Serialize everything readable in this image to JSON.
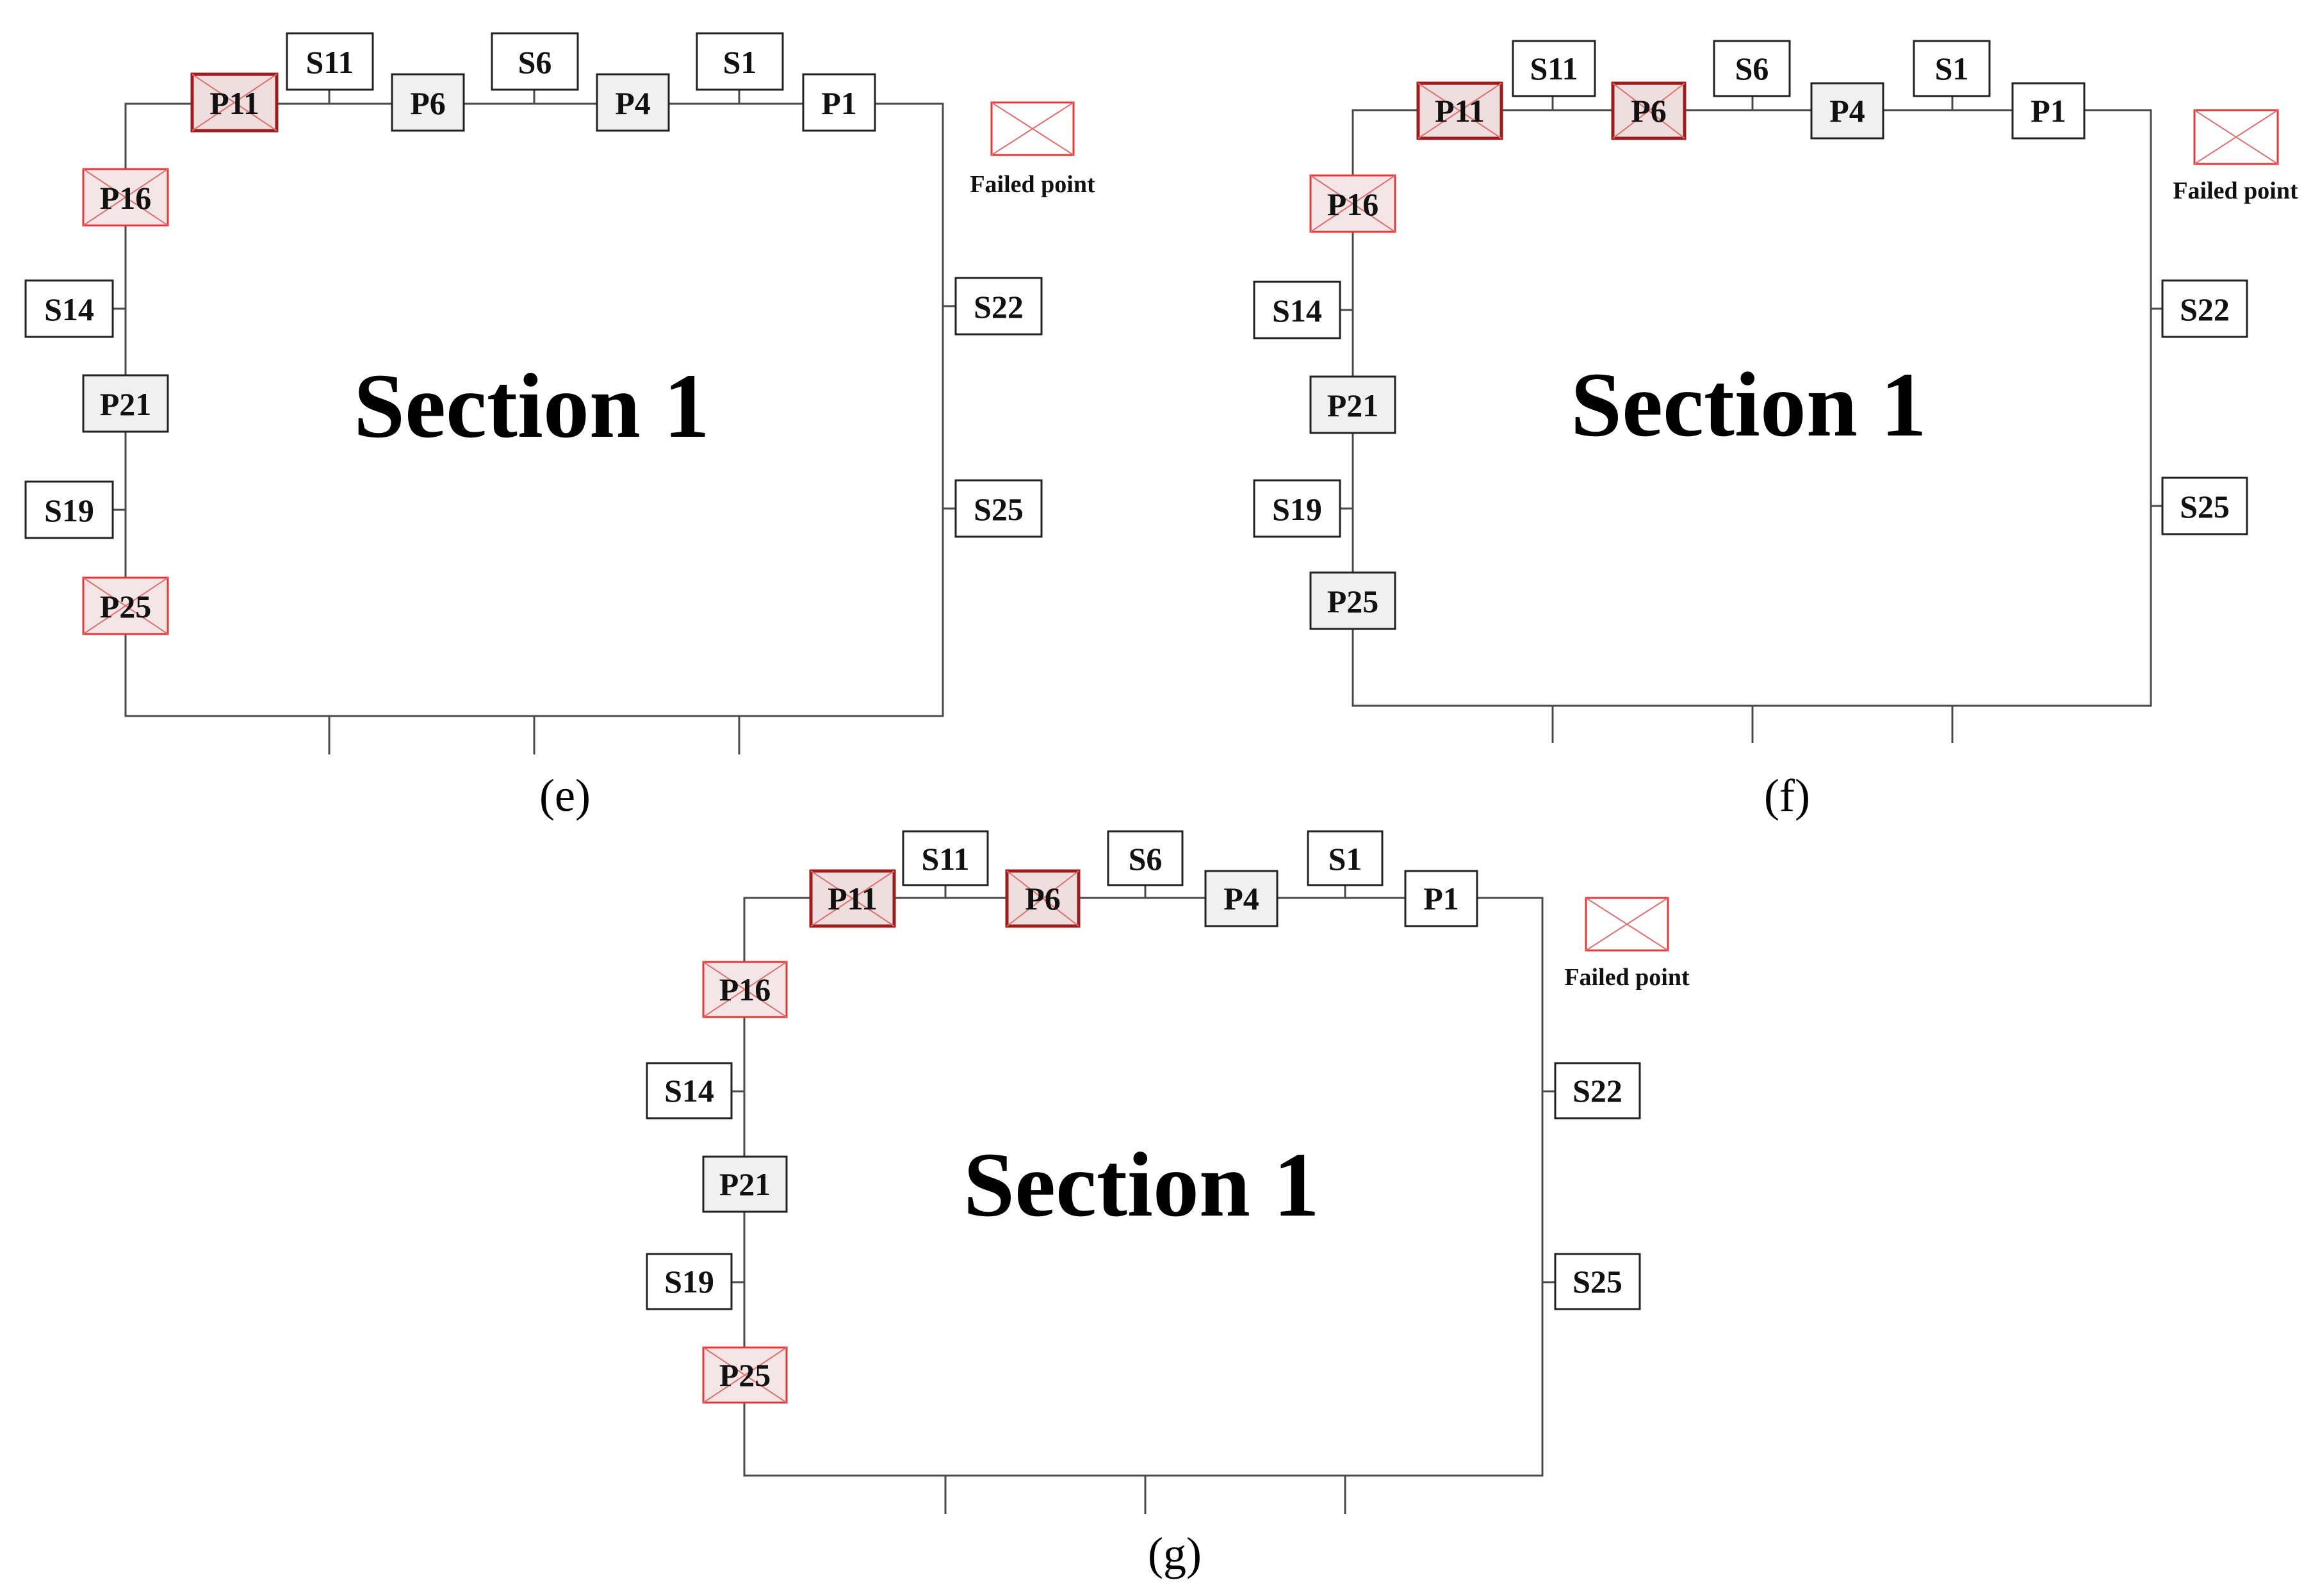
{
  "legend_label": "Failed point",
  "section_title": "Section 1",
  "colors": {
    "failed": "#e23a3a",
    "failed_dark": "#9c1c1c",
    "frame": "#4a4a4a"
  },
  "panels": [
    {
      "caption": "(e)",
      "failed": [
        "P11",
        "P16",
        "P25"
      ],
      "labels": {
        "S11": "S11",
        "S6": "S6",
        "S1": "S1",
        "P11": "P11",
        "P6": "P6",
        "P4": "P4",
        "P1": "P1",
        "P16": "P16",
        "S14": "S14",
        "P21": "P21",
        "S19": "S19",
        "P25": "P25",
        "S22": "S22",
        "S25": "S25"
      }
    },
    {
      "caption": "(f)",
      "failed": [
        "P11",
        "P6",
        "P16"
      ],
      "labels": {
        "S11": "S11",
        "S6": "S6",
        "S1": "S1",
        "P11": "P11",
        "P6": "P6",
        "P4": "P4",
        "P1": "P1",
        "P16": "P16",
        "S14": "S14",
        "P21": "P21",
        "S19": "S19",
        "P25": "P25",
        "S22": "S22",
        "S25": "S25"
      }
    },
    {
      "caption": "(g)",
      "failed": [
        "P11",
        "P6",
        "P16",
        "P25"
      ],
      "labels": {
        "S11": "S11",
        "S6": "S6",
        "S1": "S1",
        "P11": "P11",
        "P6": "P6",
        "P4": "P4",
        "P1": "P1",
        "P16": "P16",
        "S14": "S14",
        "P21": "P21",
        "S19": "S19",
        "P25": "P25",
        "S22": "S22",
        "S25": "S25"
      }
    }
  ]
}
